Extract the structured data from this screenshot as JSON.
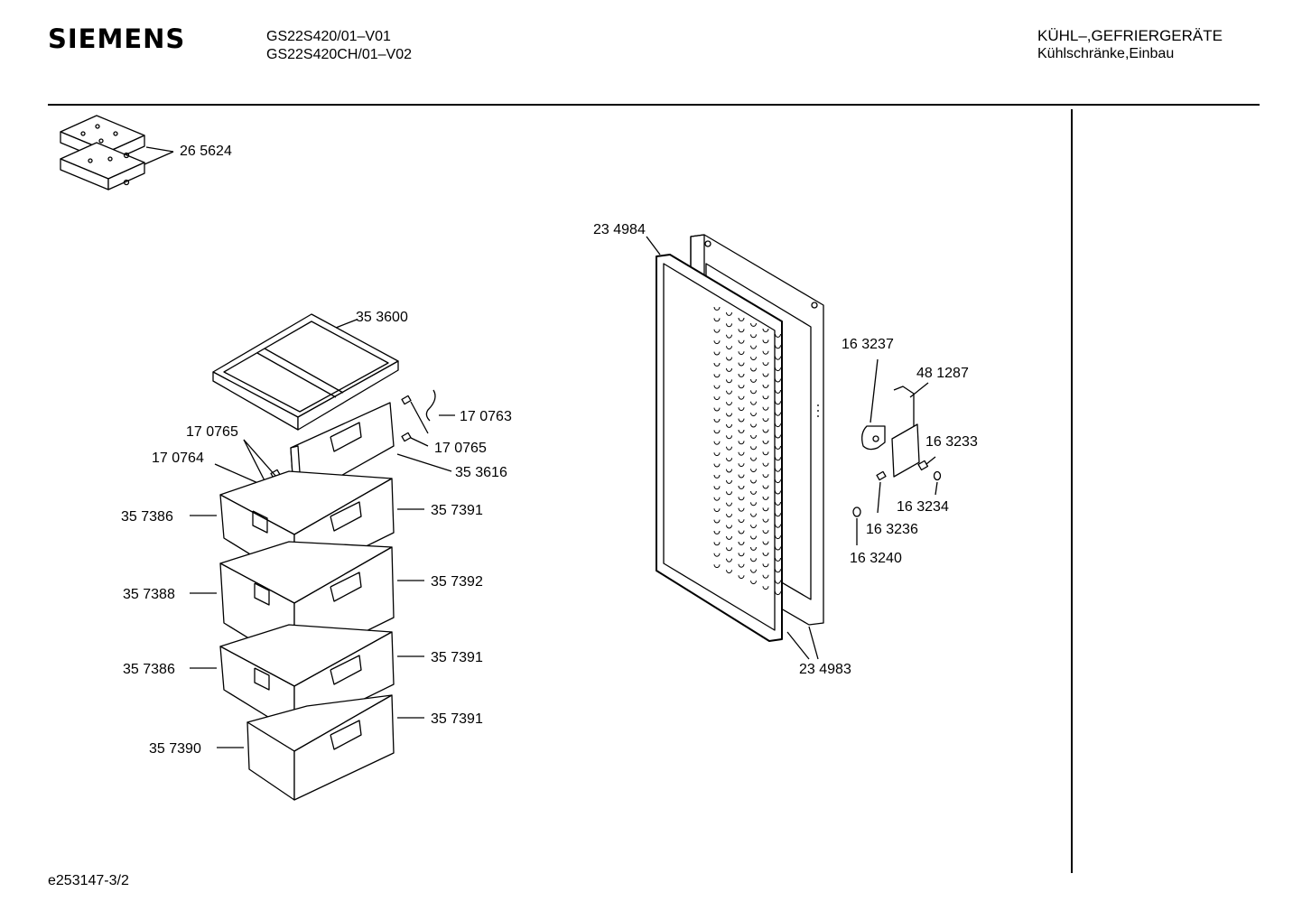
{
  "header": {
    "brand": "SIEMENS",
    "models": [
      "GS22S420/01–V01",
      "GS22S420CH/01–V02"
    ],
    "category": [
      "KÜHL–,GEFRIERGERÄTE",
      "Kühlschränke,Einbau"
    ]
  },
  "footer": {
    "doc_id": "e253147-3/2"
  },
  "parts": {
    "ice_packs": "26 5624",
    "door_gasket_inner": "23 4984",
    "door_gasket": "23 4983",
    "shelf_top": "35 3600",
    "bolt_right": "17 0763",
    "nut_right": "17 0765",
    "nut_left": "17 0765",
    "bolt_left": "17 0764",
    "front_panel_top": "35 3616",
    "drawer_1_frame": "35 7386",
    "drawer_1_front": "35 7391",
    "drawer_2_frame": "35 7388",
    "drawer_2_front": "35 7392",
    "drawer_3_frame": "35 7386",
    "drawer_3_front": "35 7391",
    "drawer_4_front": "35 7391",
    "drawer_4_body": "35 7390",
    "hinge_cover": "16 3237",
    "hinge_bracket": "48 1287",
    "hinge_screw": "16 3233",
    "hinge_washer": "16 3234",
    "hinge_nut": "16 3236",
    "hinge_cap": "16 3240"
  }
}
